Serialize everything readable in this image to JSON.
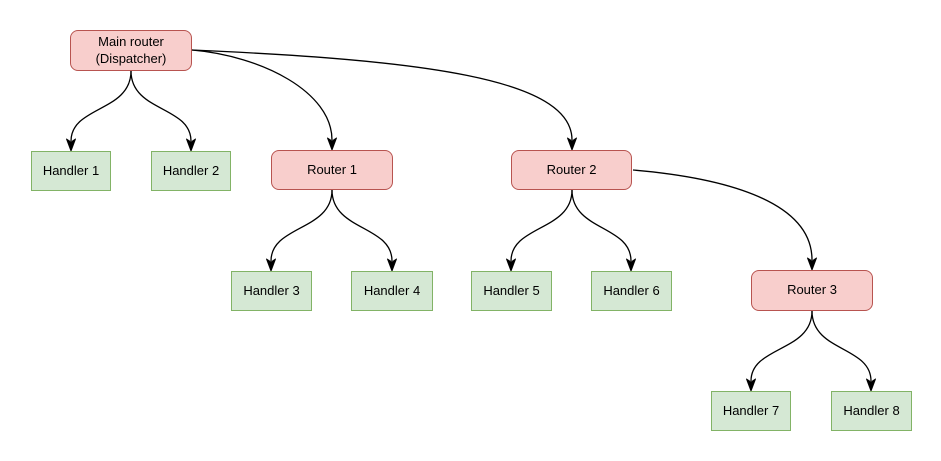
{
  "diagram": {
    "nodes": {
      "main": {
        "label": "Main router (Dispatcher)",
        "kind": "router"
      },
      "handler1": {
        "label": "Handler 1",
        "kind": "handler"
      },
      "handler2": {
        "label": "Handler 2",
        "kind": "handler"
      },
      "router1": {
        "label": "Router 1",
        "kind": "router"
      },
      "router2": {
        "label": "Router 2",
        "kind": "router"
      },
      "handler3": {
        "label": "Handler 3",
        "kind": "handler"
      },
      "handler4": {
        "label": "Handler 4",
        "kind": "handler"
      },
      "handler5": {
        "label": "Handler 5",
        "kind": "handler"
      },
      "handler6": {
        "label": "Handler 6",
        "kind": "handler"
      },
      "router3": {
        "label": "Router 3",
        "kind": "router"
      },
      "handler7": {
        "label": "Handler 7",
        "kind": "handler"
      },
      "handler8": {
        "label": "Handler 8",
        "kind": "handler"
      }
    },
    "edges": [
      {
        "from": "main",
        "to": "handler1"
      },
      {
        "from": "main",
        "to": "handler2"
      },
      {
        "from": "main",
        "to": "router1"
      },
      {
        "from": "main",
        "to": "router2"
      },
      {
        "from": "router1",
        "to": "handler3"
      },
      {
        "from": "router1",
        "to": "handler4"
      },
      {
        "from": "router2",
        "to": "handler5"
      },
      {
        "from": "router2",
        "to": "handler6"
      },
      {
        "from": "router2",
        "to": "router3"
      },
      {
        "from": "router3",
        "to": "handler7"
      },
      {
        "from": "router3",
        "to": "handler8"
      }
    ],
    "colors": {
      "router_fill": "#f8cecc",
      "router_border": "#b85450",
      "handler_fill": "#d5e8d4",
      "handler_border": "#82b366",
      "edge_stroke": "#000000",
      "text": "#000000",
      "background": "#ffffff"
    }
  }
}
